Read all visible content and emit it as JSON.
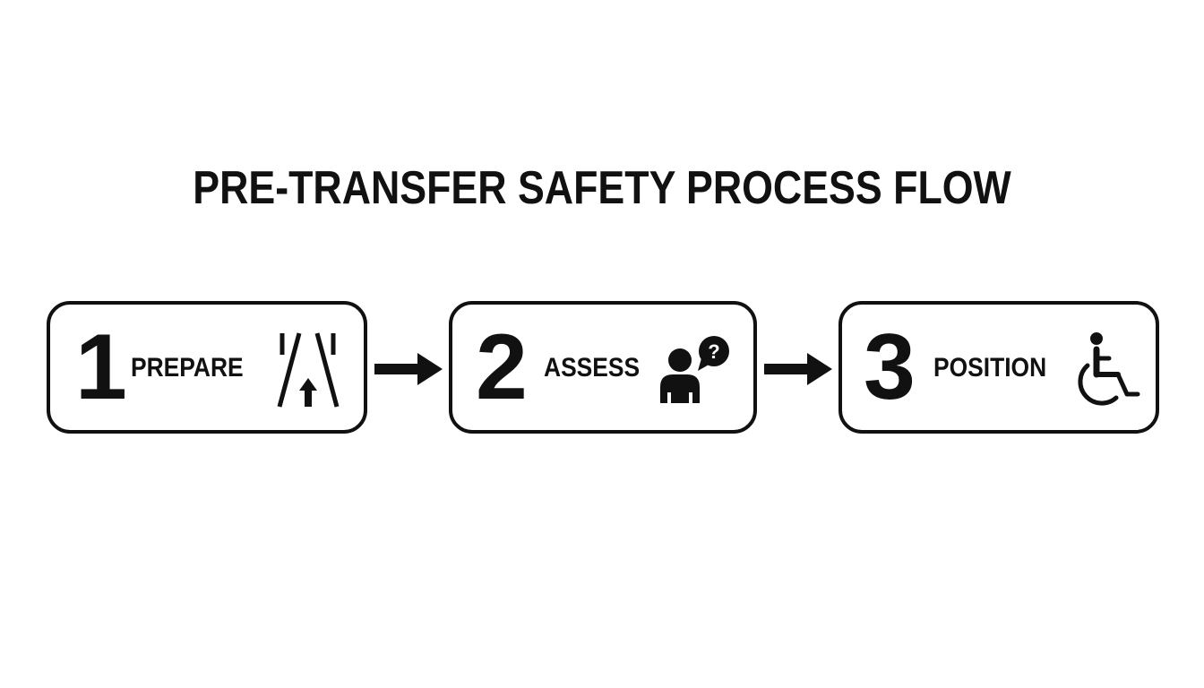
{
  "diagram": {
    "title": "PRE-TRANSFER SAFETY PROCESS FLOW",
    "steps": [
      {
        "number": "1",
        "label": "PREPARE",
        "icon": "road-arrow-icon"
      },
      {
        "number": "2",
        "label": "ASSESS",
        "icon": "person-question-icon"
      },
      {
        "number": "3",
        "label": "POSITION",
        "icon": "wheelchair-icon"
      }
    ],
    "connectors": [
      "arrow-right-icon",
      "arrow-right-icon"
    ],
    "colors": {
      "stroke": "#111111",
      "background": "#ffffff"
    }
  }
}
